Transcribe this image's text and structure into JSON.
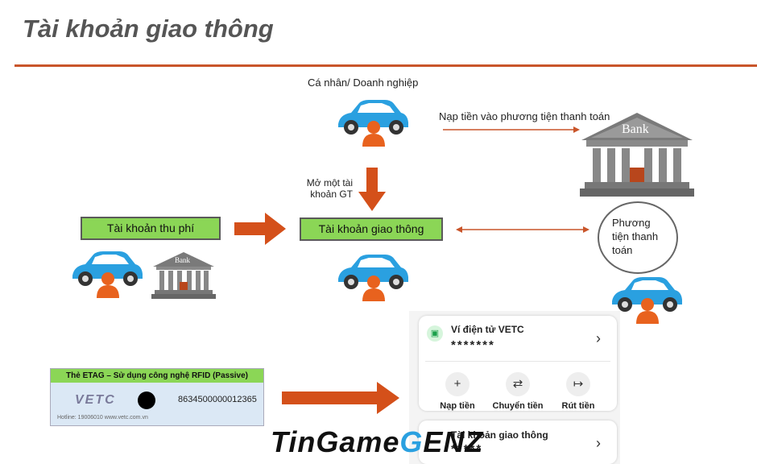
{
  "title": "Tài khoản giao thông",
  "labels": {
    "individual": "Cá nhân/ Doanh nghiệp",
    "topup": "Nạp tiền vào phương tiện thanh toán",
    "open_account_line1": "Mở một tài",
    "open_account_line2": "khoản GT",
    "toll_account": "Tài khoản thu phí",
    "traffic_account": "Tài khoản giao thông",
    "payment_line1": "Phương",
    "payment_line2": "tiện thanh",
    "payment_line3": "toán",
    "bank_text": "Bank",
    "bank_text_small": "Bank"
  },
  "wallet": {
    "title": "Ví điện tử VETC",
    "masked": "*******",
    "actions": [
      {
        "icon": "+",
        "label": "Nạp tiền"
      },
      {
        "icon": "⇄",
        "label": "Chuyển tiền"
      },
      {
        "icon": "↦",
        "label": "Rút tiền"
      }
    ],
    "traffic_card_title": "Tài khoản giao thông",
    "traffic_card_masked": "*****"
  },
  "etag": {
    "header": "Thẻ ETAG – Sử dụng công nghệ RFID (Passive)",
    "logo": "VETC",
    "number": "8634500000012365",
    "footer": "Hotline: 19006010  www.vetc.com.vn"
  },
  "watermark": {
    "part1": "TinGame",
    "part2": "G",
    "part3": "ENZ"
  },
  "colors": {
    "accent_orange": "#c9552a",
    "arrow_orange": "#d4501a",
    "green_box": "#8bd656",
    "car_blue": "#2aa0e0",
    "person_orange": "#e8621e"
  }
}
